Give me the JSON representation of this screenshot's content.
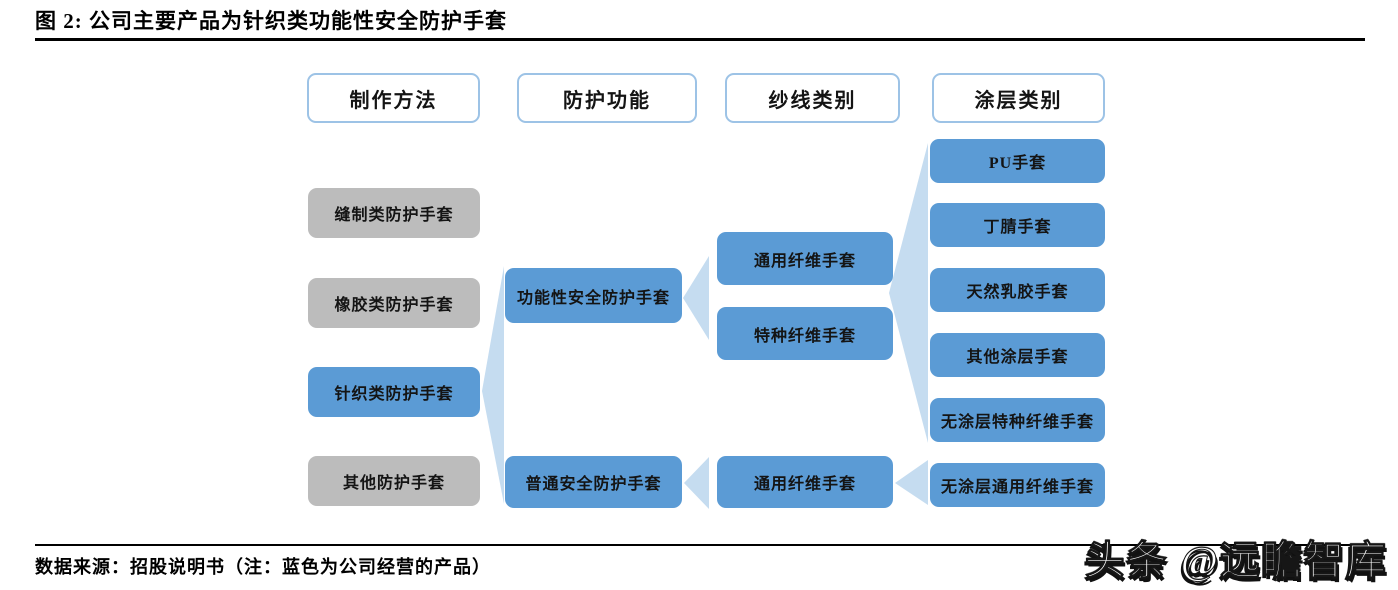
{
  "title": "图 2:  公司主要产品为针织类功能性安全防护手套",
  "source_note": "数据来源：招股说明书（注：蓝色为公司经营的产品）",
  "watermark": "头条 @远瞻智库",
  "colors": {
    "company_blue": "#5b9bd5",
    "other_gray": "#bcbcbc",
    "connector_light_blue": "#c5dcf0",
    "header_border_blue": "#9dc3e6",
    "text_black": "#141414"
  },
  "legend": {
    "blue_meaning": "蓝色为公司经营的产品"
  },
  "columns": [
    {
      "header": "制作方法",
      "items": [
        {
          "label": "缝制类防护手套",
          "type": "gray"
        },
        {
          "label": "橡胶类防护手套",
          "type": "gray"
        },
        {
          "label": "针织类防护手套",
          "type": "blue"
        },
        {
          "label": "其他防护手套",
          "type": "gray"
        }
      ]
    },
    {
      "header": "防护功能",
      "items": [
        {
          "label": "功能性安全防护手套",
          "type": "blue"
        },
        {
          "label": "普通安全防护手套",
          "type": "blue"
        }
      ]
    },
    {
      "header": "纱线类别",
      "items": [
        {
          "label": "通用纤维手套",
          "type": "blue"
        },
        {
          "label": "特种纤维手套",
          "type": "blue"
        },
        {
          "label": "通用纤维手套",
          "type": "blue"
        }
      ]
    },
    {
      "header": "涂层类别",
      "items": [
        {
          "label": "PU手套",
          "type": "blue"
        },
        {
          "label": "丁腈手套",
          "type": "blue"
        },
        {
          "label": "天然乳胶手套",
          "type": "blue"
        },
        {
          "label": "其他涂层手套",
          "type": "blue"
        },
        {
          "label": "无涂层特种纤维手套",
          "type": "blue"
        },
        {
          "label": "无涂层通用纤维手套",
          "type": "blue"
        }
      ]
    }
  ]
}
